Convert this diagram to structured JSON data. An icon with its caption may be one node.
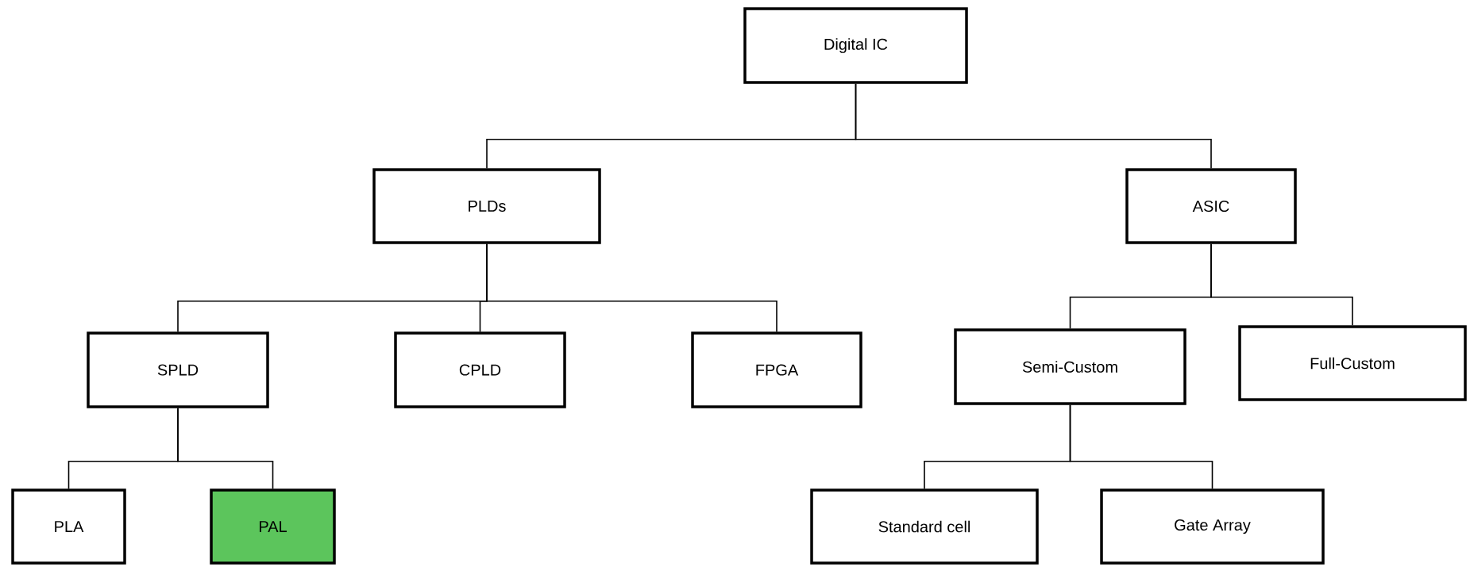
{
  "diagram": {
    "nodes": [
      {
        "text": [
          "Digital IC"
        ]
      },
      {
        "text": [
          "PLDs"
        ]
      },
      {
        "text": [
          "ASIC"
        ]
      },
      {
        "text": [
          "SPLD"
        ]
      },
      {
        "text": [
          "CPLD"
        ]
      },
      {
        "text": [
          "FPGA"
        ]
      },
      {
        "text": [
          "Semi-Custom"
        ]
      },
      {
        "text": [
          "Full-Custom"
        ]
      },
      {
        "text": [
          "PLA"
        ]
      },
      {
        "text": [
          "PAL"
        ]
      },
      {
        "text": [
          "Standard cell"
        ]
      },
      {
        "text": [
          "Gate Array"
        ]
      }
    ],
    "edges": [
      {
        "from": 0,
        "to": 1,
        "arrow": "none"
      },
      {
        "from": 0,
        "to": 2,
        "arrow": "none"
      },
      {
        "from": 1,
        "to": 3,
        "arrow": "none"
      },
      {
        "from": 1,
        "to": 4,
        "arrow": "none"
      },
      {
        "from": 1,
        "to": 5,
        "arrow": "none"
      },
      {
        "from": 2,
        "to": 6,
        "arrow": "none"
      },
      {
        "from": 2,
        "to": 7,
        "arrow": "none"
      },
      {
        "from": 3,
        "to": 8,
        "arrow": "none"
      },
      {
        "from": 3,
        "to": 9,
        "arrow": "none"
      },
      {
        "from": 6,
        "to": 10,
        "arrow": "none"
      },
      {
        "from": 6,
        "to": 11,
        "arrow": "none"
      }
    ]
  }
}
